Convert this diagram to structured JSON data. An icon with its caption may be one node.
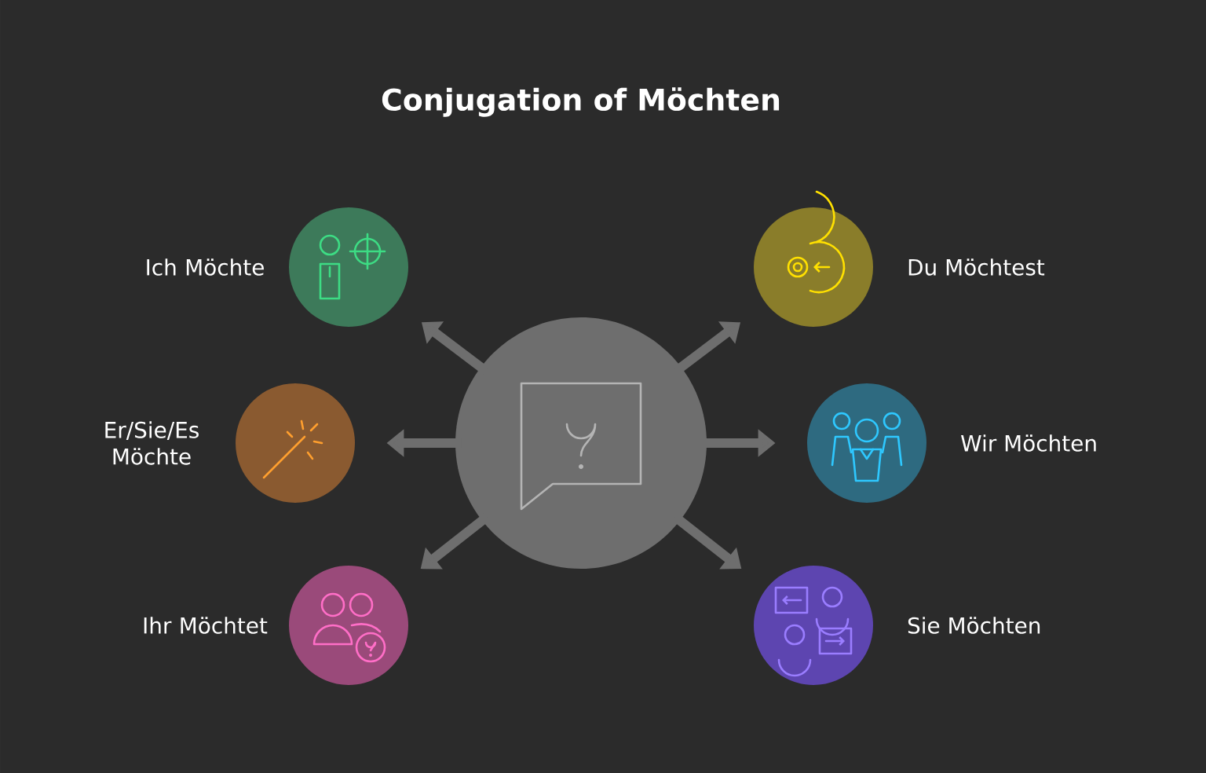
{
  "diagram": {
    "title": "Conjugation of Möchten",
    "nodes": [
      {
        "text": [],
        "shape": "circle",
        "beside": [
          "Ich Möchte"
        ]
      },
      {
        "text": [],
        "shape": "circle",
        "beside": [
          "Du Möchtest"
        ]
      },
      {
        "text": [],
        "shape": "circle",
        "beside": [
          "Er/Sie/Es Möchte"
        ]
      },
      {
        "text": [],
        "shape": "circle"
      },
      {
        "text": [],
        "shape": "circle",
        "beside": [
          "Wir Möchten"
        ]
      },
      {
        "text": [],
        "shape": "circle",
        "beside": [
          "Ihr Möchtet"
        ]
      },
      {
        "text": [],
        "shape": "circle",
        "beside": [
          "Sie Möchten"
        ]
      }
    ],
    "edges": [
      {
        "from": 3,
        "to": 0,
        "arrow": "to"
      },
      {
        "from": 3,
        "to": 1,
        "arrow": "to"
      },
      {
        "from": 3,
        "to": 2,
        "arrow": "to"
      },
      {
        "from": 3,
        "to": 4,
        "arrow": "to"
      },
      {
        "from": 3,
        "to": 5,
        "arrow": "to"
      },
      {
        "from": 3,
        "to": 6,
        "arrow": "to"
      }
    ]
  }
}
